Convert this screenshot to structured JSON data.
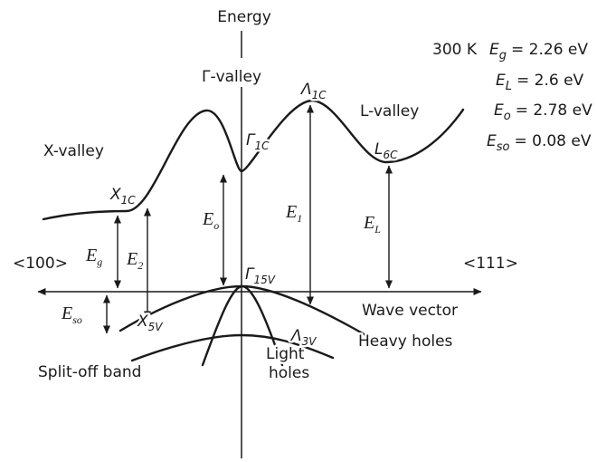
{
  "figure": {
    "energy_axis_label": "Energy",
    "wave_vector_label": "Wave vector",
    "left_direction": "<100>",
    "right_direction": "<111>"
  },
  "valleys": {
    "gamma_valley": "Γ-valley",
    "x_valley": "X-valley",
    "l_valley": "L-valley"
  },
  "band_points": {
    "gamma_1c": {
      "main": "Γ",
      "sub": "1C"
    },
    "lambda_1c": {
      "main": "Λ",
      "sub": "1C"
    },
    "x_1c": {
      "main": "X",
      "sub": "1C"
    },
    "l_6c": {
      "main": "L",
      "sub": "6C"
    },
    "gamma_15v": {
      "main": "Γ",
      "sub": "15V"
    },
    "x_5v": {
      "main": "X",
      "sub": "5V"
    },
    "lambda_3v": {
      "main": "Λ",
      "sub": "3V"
    }
  },
  "transitions": {
    "eg": {
      "main": "E",
      "sub": "g"
    },
    "e2": {
      "main": "E",
      "sub": "2"
    },
    "eo": {
      "main": "E",
      "sub": "o"
    },
    "e1": {
      "main": "E",
      "sub": "1"
    },
    "el": {
      "main": "E",
      "sub": "L"
    },
    "eso": {
      "main": "E",
      "sub": "so"
    }
  },
  "valence_bands": {
    "light_holes_line1": "Light",
    "light_holes_line2": "holes",
    "heavy_holes": "Heavy holes",
    "split_off_band": "Split-off band"
  },
  "legend": {
    "temperature": "300 K",
    "entries": [
      {
        "sym": "E",
        "sub": "g",
        "value": "= 2.26 eV"
      },
      {
        "sym": "E",
        "sub": "L",
        "value": "= 2.6 eV"
      },
      {
        "sym": "E",
        "sub": "o",
        "value": "= 2.78 eV"
      },
      {
        "sym": "E",
        "sub": "so",
        "value": "= 0.08 eV"
      }
    ]
  }
}
